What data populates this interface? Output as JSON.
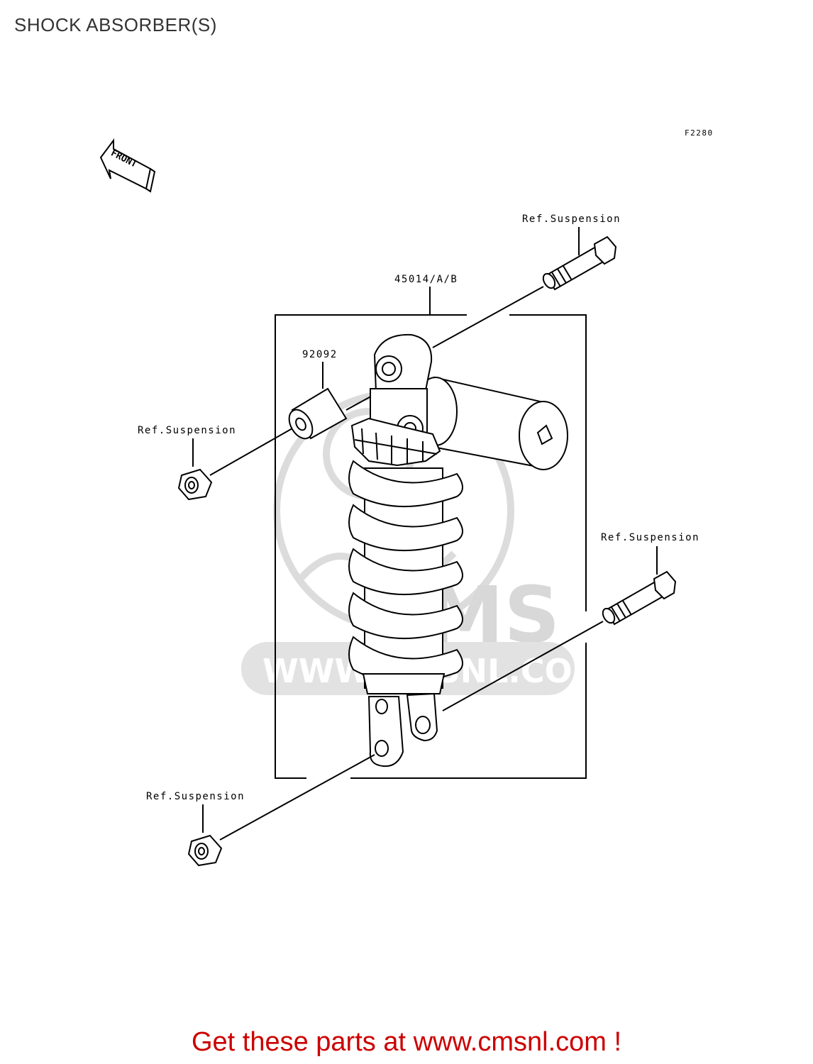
{
  "page": {
    "title": "SHOCK ABSORBER(S)"
  },
  "diagram": {
    "figure_code": "F2280",
    "front_marker": "FRONT",
    "labels": {
      "shock_part_number": "45014/A/B",
      "collar_part_number": "92092",
      "ref_top_bolt": "Ref.Suspension",
      "ref_left_nut": "Ref.Suspension",
      "ref_right_bolt": "Ref.Suspension",
      "ref_bottom_nut": "Ref.Suspension"
    },
    "watermark": {
      "logo_text": "CMS",
      "url_text": "WWW.CMSNL.COM"
    }
  },
  "footer": {
    "promo_text": "Get these parts at www.cmsnl.com !"
  },
  "colors": {
    "title": "#333333",
    "promo": "#cc0000",
    "watermark": "#d8d8d8",
    "line": "#000000"
  }
}
